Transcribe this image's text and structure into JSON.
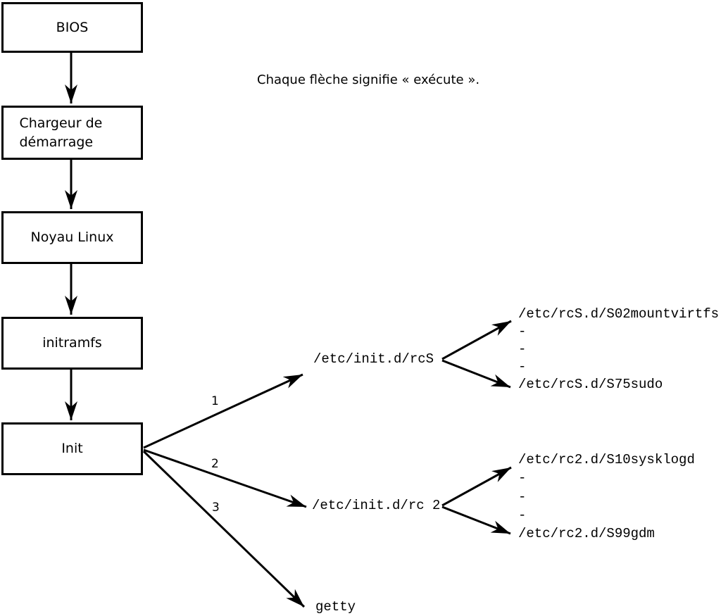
{
  "note": {
    "text": "Chaque flèche signifie « exécute »."
  },
  "boxes": [
    {
      "label": "BIOS"
    },
    {
      "label": "Chargeur de démarrage"
    },
    {
      "label": "Noyau Linux"
    },
    {
      "label": "initramfs"
    },
    {
      "label": "Init"
    }
  ],
  "branches": [
    {
      "number": "1",
      "target": "/etc/init.d/rcS",
      "children": [
        "/etc/rcS.d/S02mountvirtfs",
        "-",
        "-",
        "-",
        "/etc/rcS.d/S75sudo"
      ]
    },
    {
      "number": "2",
      "target": "/etc/init.d/rc 2",
      "children": [
        "/etc/rc2.d/S10sysklogd",
        "-",
        "-",
        "-",
        "/etc/rc2.d/S99gdm"
      ]
    },
    {
      "number": "3",
      "target": "getty"
    }
  ],
  "colors": {
    "line": "#000000",
    "background": "#ffffff"
  }
}
